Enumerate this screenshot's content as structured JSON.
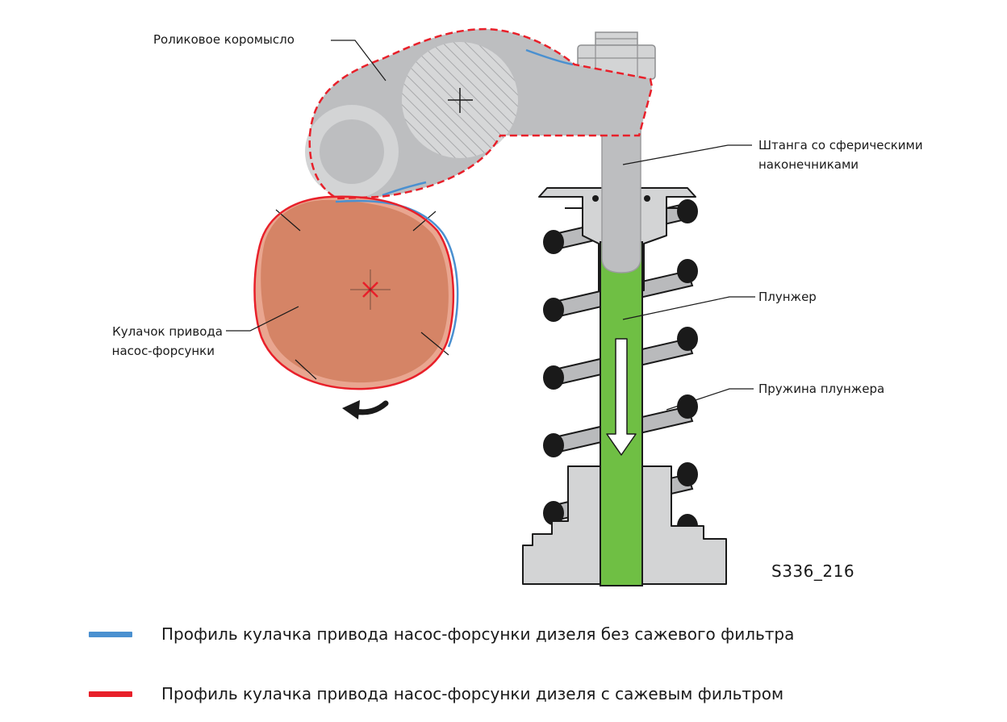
{
  "labels": {
    "rocker": "Роликовое коромысло",
    "pushrod_line1": "Штанга со сферическими",
    "pushrod_line2": "наконечниками",
    "plunger": "Плунжер",
    "cam_line1": "Кулачок привода",
    "cam_line2": "насос-форсунки",
    "spring": "Пружина плунжера"
  },
  "figure_code": "S336_216",
  "legend": [
    {
      "text": "Профиль кулачка привода насос-форсунки дизеля без сажевого фильтра",
      "color": "#4a90d0"
    },
    {
      "text": "Профиль кулачка привода насос-форсунки дизеля с сажевым фильтром",
      "color": "#e8202a"
    }
  ],
  "colors": {
    "metal": "#bdbec0",
    "metal_light": "#d3d4d5",
    "cam": "#d58466",
    "plunger": "#6fbf44",
    "outline": "#1a1a1a"
  },
  "icons": {
    "rotation": "curved-arrow-left-icon",
    "motion": "down-arrow-icon"
  }
}
